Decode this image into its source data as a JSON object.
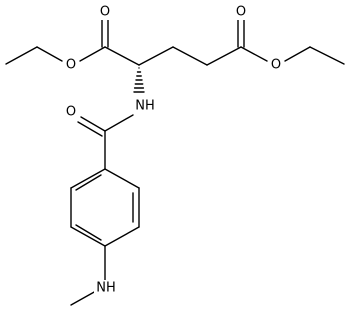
{
  "molecule": {
    "atom_labels": {
      "ester_carbonyl_o_left": "O",
      "ester_ether_o_left": "O",
      "ester_carbonyl_o_right": "O",
      "ester_ether_o_right": "O",
      "amide_nh": "NH",
      "amide_carbonyl_o": "O",
      "amine_nh": "NH"
    },
    "stereo": {
      "alpha_carbon_bond_to_nh": "hashed-wedge"
    },
    "colors": {
      "bonds": "#000000",
      "labels": "#000000",
      "background": "#ffffff"
    }
  }
}
